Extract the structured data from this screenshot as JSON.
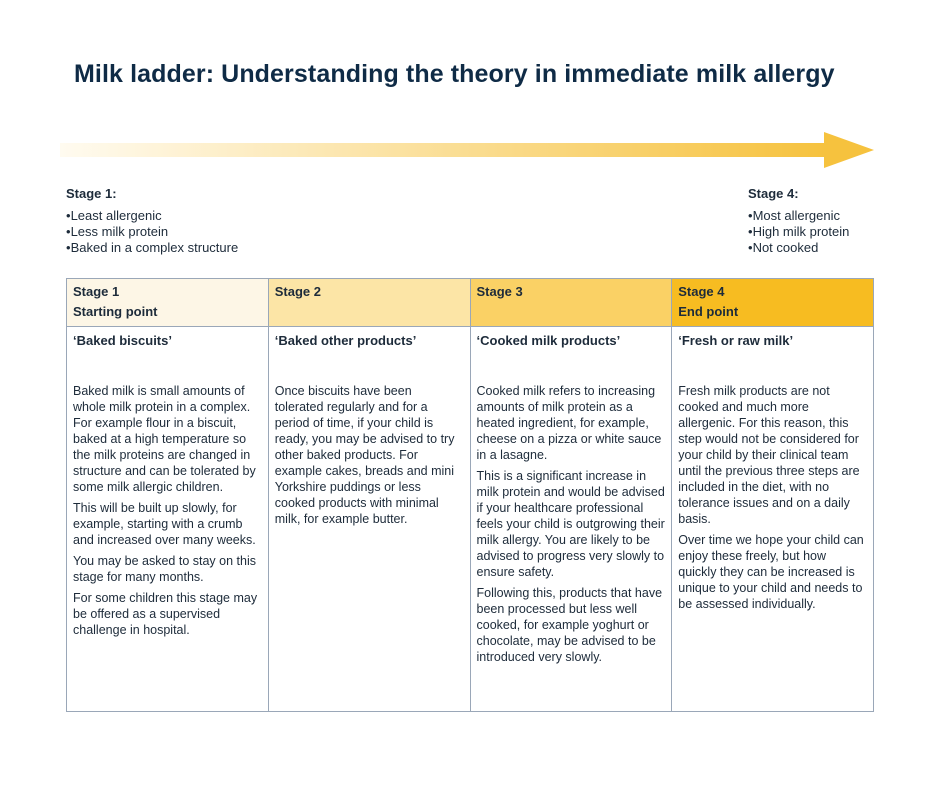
{
  "title": "Milk ladder: Understanding the theory in immediate milk allergy",
  "arrow": {
    "start_color": "#fffbf0",
    "end_color": "#f6c23e"
  },
  "stage_left": {
    "heading": "Stage 1:",
    "bullets": [
      "Least allergenic",
      "Less milk protein",
      "Baked in a complex structure"
    ]
  },
  "stage_right": {
    "heading": "Stage 4:",
    "bullets": [
      "Most allergenic",
      "High milk protein",
      "Not cooked"
    ]
  },
  "table": {
    "columns": [
      {
        "stage": "Stage 1",
        "subtitle": "Starting point",
        "color": "#fdf6e6",
        "product": "‘Baked biscuits’",
        "paragraphs": [
          "Baked milk is small amounts of whole milk protein in a complex. For example flour in a biscuit, baked at a high temperature so the milk proteins are changed in structure and can be tolerated by some milk allergic children.",
          "This will be built up slowly, for example, starting with a crumb and increased over many weeks.",
          "You may be asked to stay on this stage for many months.",
          "For some children this stage may be offered as a supervised challenge in hospital."
        ]
      },
      {
        "stage": "Stage 2",
        "subtitle": "",
        "color": "#fce5a6",
        "product": "‘Baked other products’",
        "paragraphs": [
          "Once biscuits have been tolerated regularly and for a period of time, if your child is ready, you may be advised to try other baked products. For example cakes, breads and mini Yorkshire puddings or less cooked products with minimal milk, for example butter."
        ]
      },
      {
        "stage": "Stage 3",
        "subtitle": "",
        "color": "#fad165",
        "product": "‘Cooked milk products’",
        "paragraphs": [
          "Cooked milk refers to increasing amounts of milk protein as a heated ingredient, for example, cheese on a pizza or white sauce in a lasagne.",
          "This is a significant increase in milk protein and would be advised if your healthcare professional feels your child is outgrowing their milk allergy. You are likely to be advised to progress very slowly to ensure safety.",
          "Following this, products that have been processed but less well cooked, for example yoghurt or chocolate, may be advised to be introduced very slowly."
        ]
      },
      {
        "stage": "Stage 4",
        "subtitle": "End point",
        "color": "#f7bc21",
        "product": "‘Fresh or raw milk’",
        "paragraphs": [
          "Fresh milk products are not cooked and much more allergenic. For this reason, this step would not be considered for your child by their clinical team until the previous three steps are included in the diet, with no tolerance issues and on a daily basis.",
          "Over time we hope your child can enjoy these freely, but how quickly they can be increased is unique to your child and needs to be assessed individually."
        ]
      }
    ]
  }
}
